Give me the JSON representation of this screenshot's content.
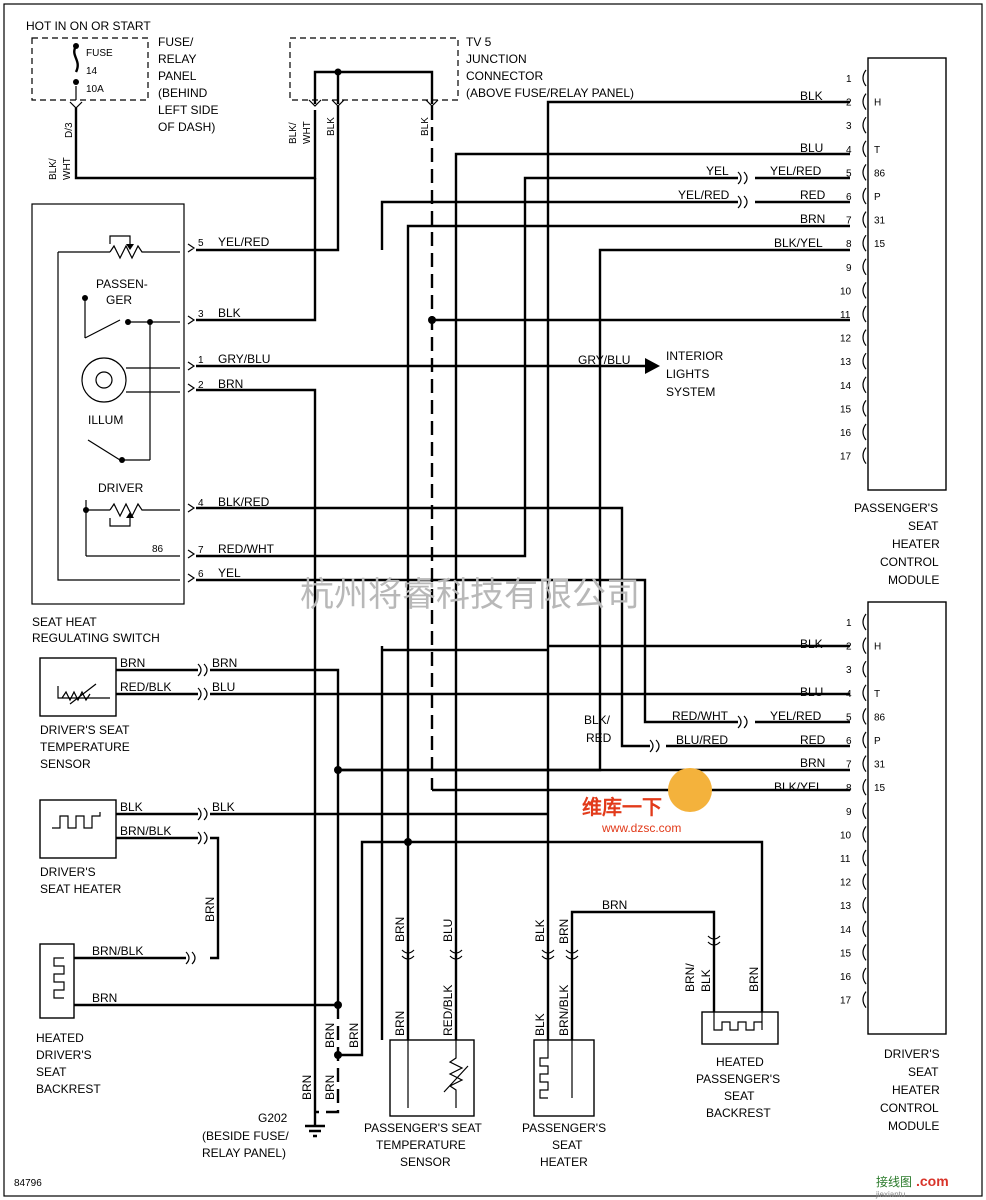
{
  "top": {
    "hot_label": "HOT IN ON OR START",
    "fuse_label": "FUSE",
    "fuse_num": "14",
    "fuse_amp": "10A",
    "fuse_desc": [
      "FUSE/",
      "RELAY",
      "PANEL",
      "(BEHIND",
      "LEFT SIDE",
      "OF DASH)"
    ],
    "fuse_pin": "D/3",
    "jc_desc": [
      "TV 5",
      "JUNCTION",
      "CONNECTOR",
      "(ABOVE FUSE/RELAY PANEL)"
    ],
    "wire_blkwht": [
      "BLK/",
      "WHT"
    ],
    "wire_blk": "BLK"
  },
  "switch": {
    "title": [
      "SEAT HEAT",
      "REGULATING SWITCH"
    ],
    "passenger": [
      "PASSEN-",
      "GER"
    ],
    "illum": "ILLUM",
    "driver": "DRIVER",
    "pin86": "86",
    "pins": [
      {
        "pin": "5",
        "wire": "YEL/RED"
      },
      {
        "pin": "3",
        "wire": "BLK"
      },
      {
        "pin": "1",
        "wire": "GRY/BLU"
      },
      {
        "pin": "2",
        "wire": "BRN"
      },
      {
        "pin": "4",
        "wire": "BLK/RED"
      },
      {
        "pin": "7",
        "wire": "RED/WHT"
      },
      {
        "pin": "6",
        "wire": "YEL"
      }
    ]
  },
  "interior": {
    "wire": "GRY/BLU",
    "label": [
      "INTERIOR",
      "LIGHTS",
      "SYSTEM"
    ]
  },
  "pass_module": {
    "title": [
      "PASSENGER'S",
      "SEAT",
      "HEATER",
      "CONTROL",
      "MODULE"
    ],
    "pins": [
      "1",
      "2",
      "3",
      "4",
      "5",
      "6",
      "7",
      "8",
      "9",
      "10",
      "11",
      "12",
      "13",
      "14",
      "15",
      "16",
      "17"
    ],
    "codes": [
      "H",
      "T",
      "86",
      "P",
      "31",
      "15"
    ],
    "wires": [
      "BLK",
      "BLU",
      "YEL/RED",
      "RED",
      "BRN",
      "BLK/YEL"
    ],
    "left_wires": [
      "YEL",
      "YEL/RED"
    ]
  },
  "drv_module": {
    "title": [
      "DRIVER'S",
      "SEAT",
      "HEATER",
      "CONTROL",
      "MODULE"
    ],
    "pins": [
      "1",
      "2",
      "3",
      "4",
      "5",
      "6",
      "7",
      "8",
      "9",
      "10",
      "11",
      "12",
      "13",
      "14",
      "15",
      "16",
      "17"
    ],
    "codes": [
      "H",
      "T",
      "86",
      "P",
      "31",
      "15"
    ],
    "wires": [
      "BLK",
      "BLU",
      "YEL/RED",
      "RED",
      "BRN",
      "BLK/YEL"
    ],
    "left_wires": [
      "RED/WHT",
      "BLU/RED"
    ],
    "blkred": [
      "BLK/",
      "RED"
    ]
  },
  "components": {
    "dst": {
      "name": [
        "DRIVER'S SEAT",
        "TEMPERATURE",
        "SENSOR"
      ],
      "w1": "BRN",
      "w2": "RED/BLK",
      "w1b": "BRN",
      "w2b": "BLU"
    },
    "dsh": {
      "name": [
        "DRIVER'S",
        "SEAT HEATER"
      ],
      "w1": "BLK",
      "w2": "BRN/BLK",
      "w1b": "BLK",
      "w2v": "BRN"
    },
    "hdb": {
      "name": [
        "HEATED",
        "DRIVER'S",
        "SEAT",
        "BACKREST"
      ],
      "w1": "BRN/BLK",
      "w2": "BRN"
    },
    "pst": {
      "name": [
        "PASSENGER'S SEAT",
        "TEMPERATURE",
        "SENSOR"
      ],
      "wa": "BRN",
      "wb": "BLU",
      "wa2": "BRN",
      "wb2": "RED/BLK"
    },
    "psh": {
      "name": [
        "PASSENGER'S",
        "SEAT",
        "HEATER"
      ],
      "wa": "BLK",
      "wb": "BRN",
      "wa2": "BLK",
      "wb2": "BRN/BLK",
      "top": "BRN"
    },
    "hpb": {
      "name": [
        "HEATED",
        "PASSENGER'S",
        "SEAT",
        "BACKREST"
      ],
      "wa": [
        "BRN/",
        "BLK"
      ],
      "wb": "BRN"
    }
  },
  "ground": {
    "id": "G202",
    "desc": [
      "(BESIDE FUSE/",
      "RELAY PANEL)"
    ],
    "wires": [
      "BRN",
      "BRN",
      "BRN",
      "BRN"
    ]
  },
  "figure_id": "84796",
  "watermarks": {
    "cn": "杭州将睿科技有限公司",
    "logo_cn": "维库一下",
    "logo_url": "www.dzsc.com",
    "corner": "接线图",
    "corner2": ".com",
    "corner_url": "jiexiantu"
  }
}
